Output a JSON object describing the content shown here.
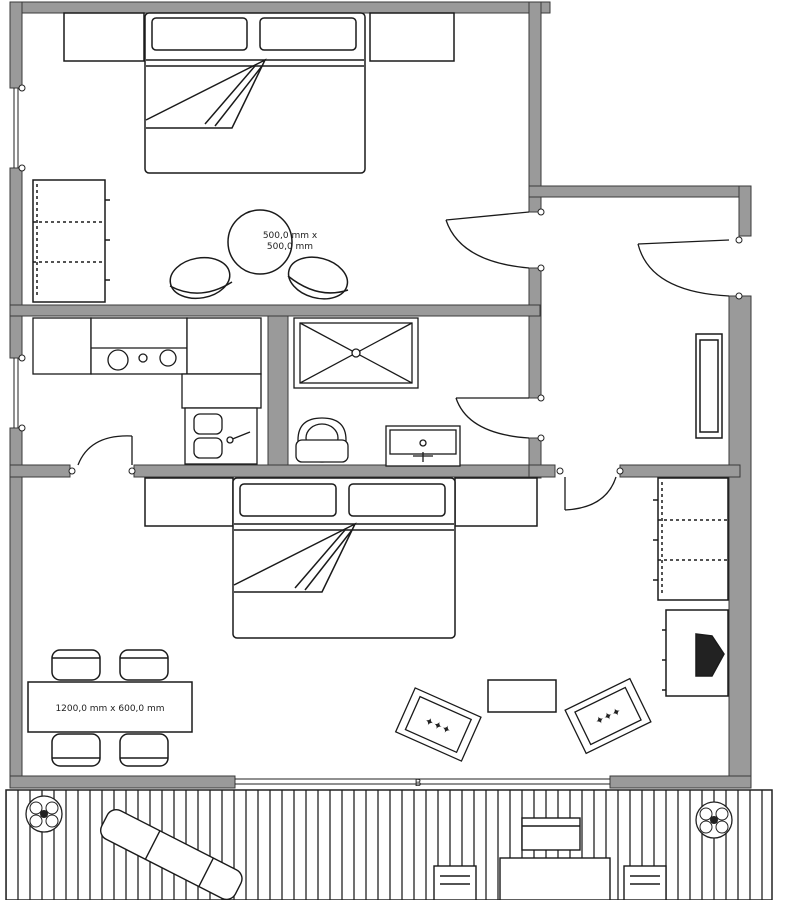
{
  "colors": {
    "wall": "#9a9a9a",
    "wall_stroke": "#3a3a3a",
    "line": "#1a1a1a",
    "background": "#ffffff"
  },
  "labels": {
    "round_table_line1": "500,0 mm x",
    "round_table_line2": "500,0 mm",
    "dining_table": "1200,0 mm x 600,0 mm",
    "balcony_marker": "B"
  },
  "icons": [
    "double-bed-icon",
    "nightstand-icon",
    "wardrobe-icon",
    "round-table-icon",
    "armchair-icon",
    "stove-icon",
    "sink-icon",
    "shower-icon",
    "toilet-icon",
    "washbasin-icon",
    "radiator-icon",
    "door-swing-icon",
    "tv-icon",
    "dining-chair-icon",
    "cushion-icon",
    "plant-icon",
    "sun-lounger-icon",
    "deck-chair-icon"
  ]
}
